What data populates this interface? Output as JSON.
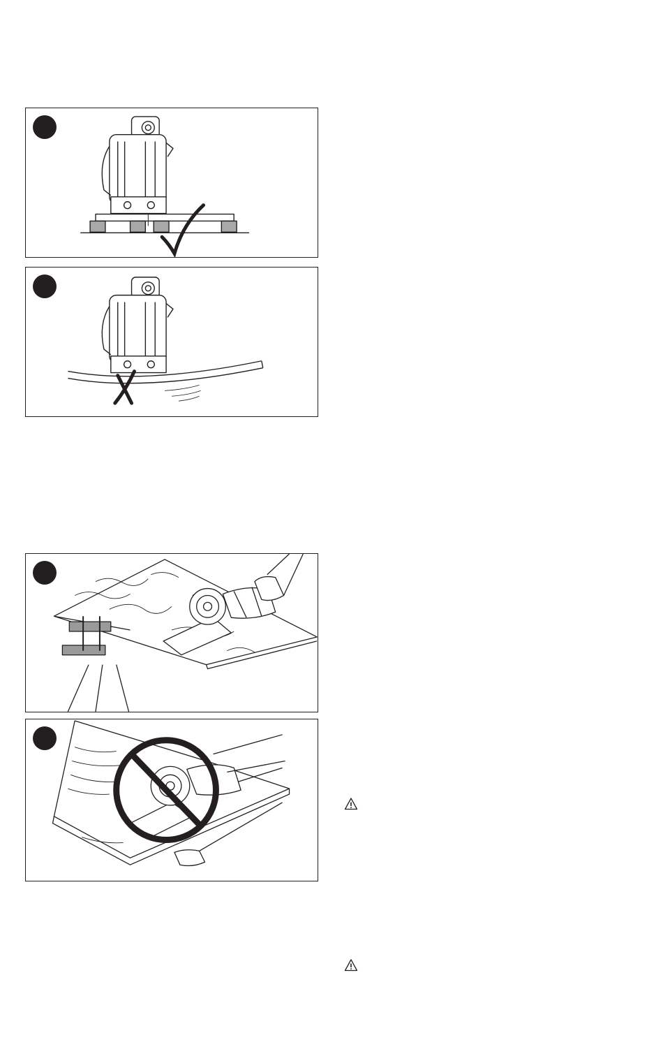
{
  "figures": [
    {
      "id": "fig-supported",
      "depicts": "saw-on-supported-board",
      "status": "correct",
      "mark_icon": "check-mark-icon"
    },
    {
      "id": "fig-sagging",
      "depicts": "saw-on-sagging-board",
      "status": "incorrect",
      "mark_icon": "x-mark-icon"
    },
    {
      "id": "fig-clamped",
      "depicts": "saw-cutting-clamped-board",
      "status": "correct",
      "mark_icon": ""
    },
    {
      "id": "fig-handheld",
      "depicts": "saw-cutting-handheld-board",
      "status": "prohibited",
      "mark_icon": "prohibited-icon"
    }
  ],
  "warning_icons": [
    "warning-triangle-icon",
    "warning-triangle-icon"
  ],
  "colors": {
    "ink": "#231f20",
    "paper": "#ffffff",
    "clamp": "#9a9a9a",
    "block": "#a8a8a8"
  }
}
